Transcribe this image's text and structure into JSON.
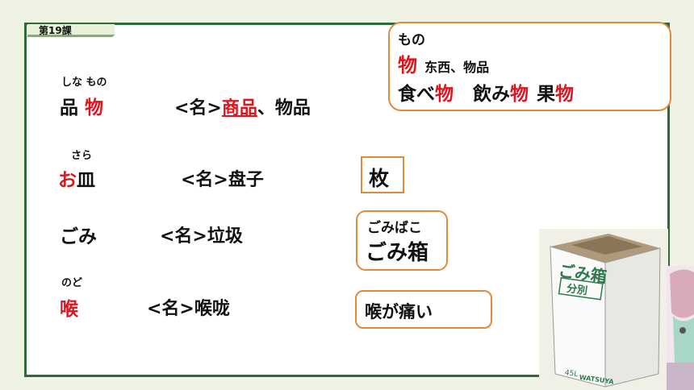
{
  "lesson": "第19課",
  "note": {
    "reading": "もの",
    "kanji": "物",
    "meaning": "东西、物品",
    "examples": [
      {
        "pre": "食べ",
        "red": "物"
      },
      {
        "pre": "飲み",
        "red": "物"
      },
      {
        "pre": "果",
        "red": "物"
      }
    ]
  },
  "items": [
    {
      "ruby": "しな もの",
      "word_a": "品",
      "word_b": "物",
      "pos": "<名>",
      "def_u": "商品",
      "def_rest": "、物品"
    },
    {
      "ruby": "さら",
      "word_red": "お",
      "word_rest": "皿",
      "pos": "<名>",
      "def": "盘子",
      "extra": "枚"
    },
    {
      "word": "ごみ",
      "pos": "<名>",
      "def": "垃圾",
      "extra_ruby": "ごみばこ",
      "extra": "ごみ箱"
    },
    {
      "ruby": "のど",
      "word": "喉",
      "pos": "<名>",
      "def": "喉咙",
      "extra": "喉が痛い"
    }
  ],
  "bin": {
    "title": "ごみ箱",
    "sub": "分別",
    "size": "45L",
    "brand": "WATSUYA"
  }
}
